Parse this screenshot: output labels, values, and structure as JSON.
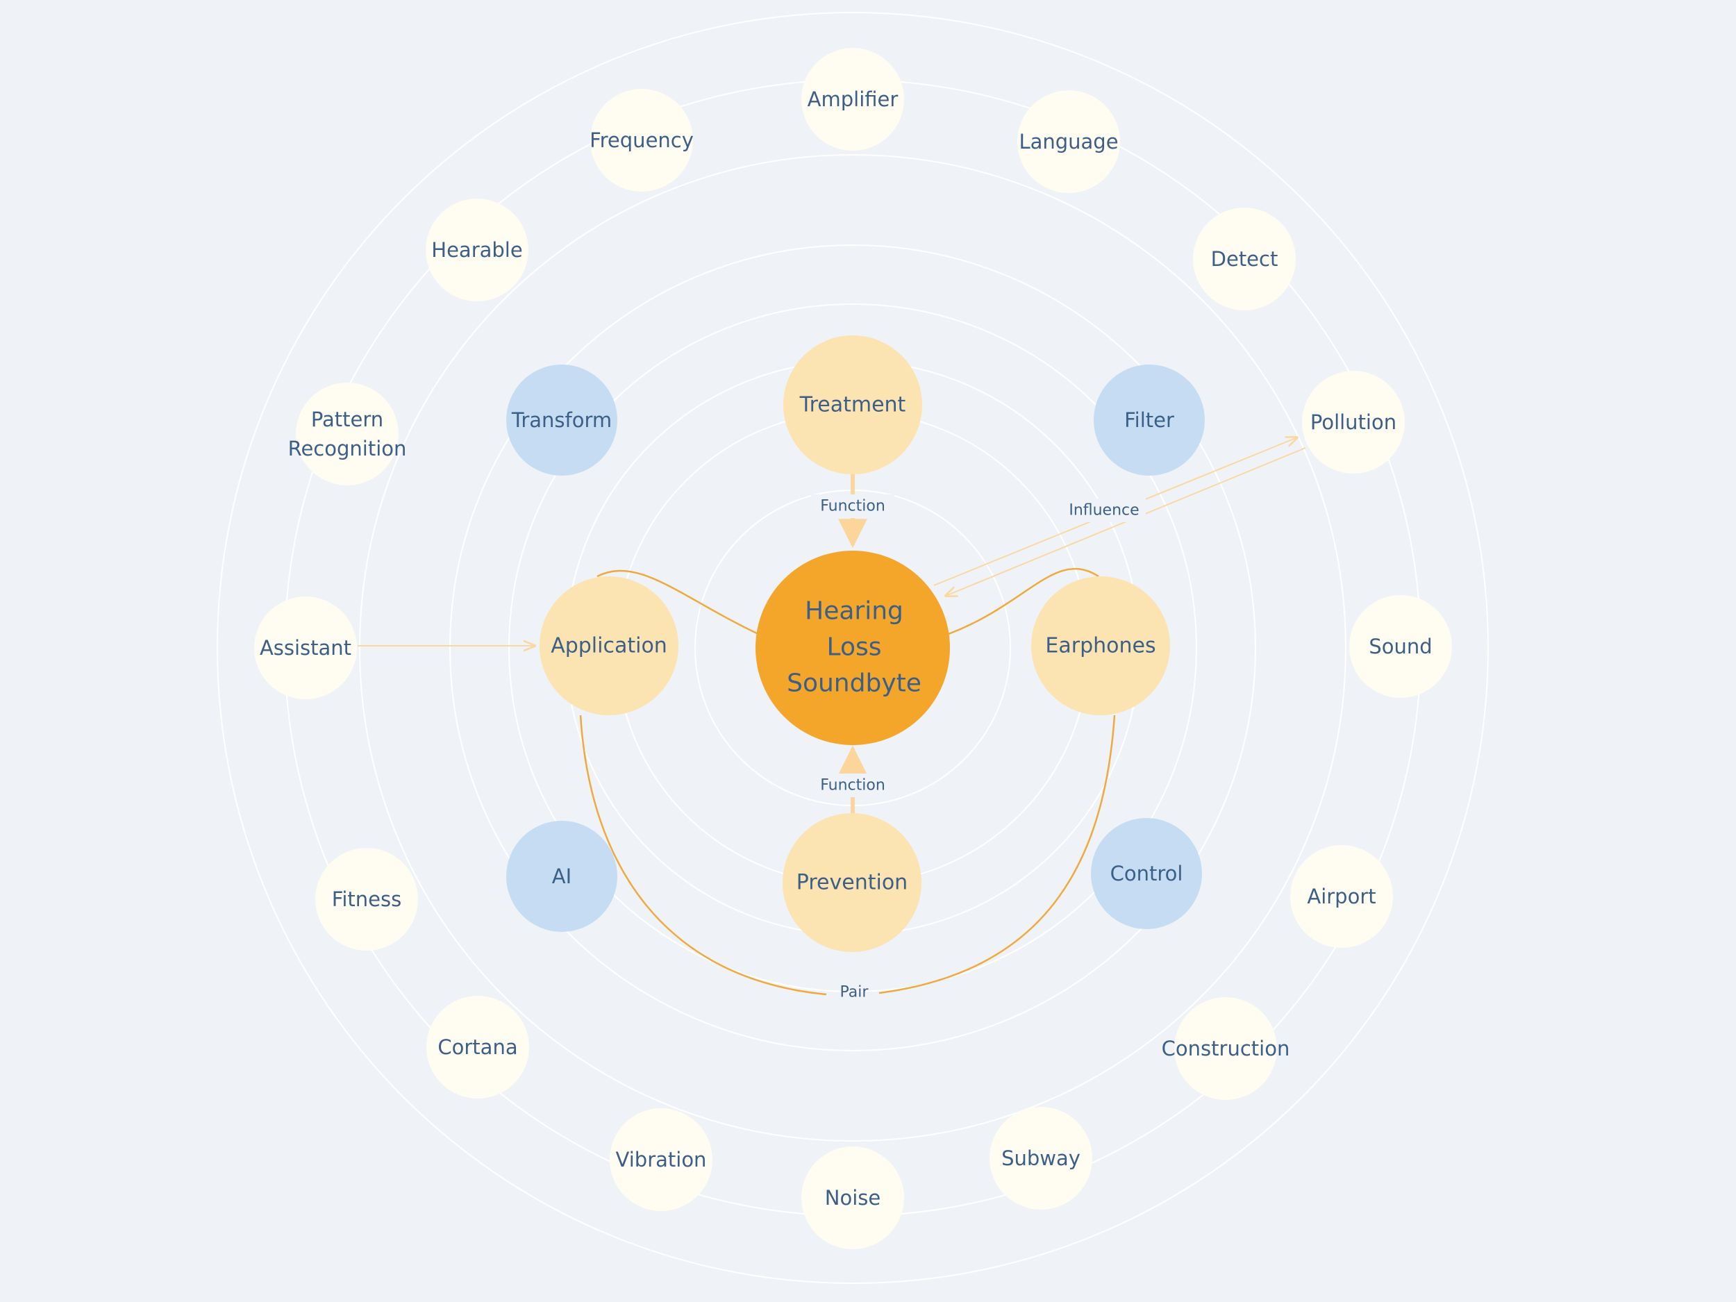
{
  "colors": {
    "background": "#eff3f8",
    "center": "#f4a62a",
    "primary": "#fce3b2",
    "secondary": "#c5dcf3",
    "outer": "#fffcf2",
    "text": "#3c5f87",
    "edge_strong": "#f0a93c",
    "edge_light": "#f9d9a3"
  },
  "center": {
    "lines": [
      "Hearing",
      "Loss",
      "Soundbyte"
    ]
  },
  "nodes": {
    "treatment": "Treatment",
    "prevention": "Prevention",
    "application": "Application",
    "earphones": "Earphones",
    "transform": "Transform",
    "filter": "Filter",
    "ai": "AI",
    "control": "Control",
    "amplifier": "Amplifier",
    "frequency": "Frequency",
    "language": "Language",
    "hearable": "Hearable",
    "detect": "Detect",
    "pattern_recognition": [
      "Pattern",
      "Recognition"
    ],
    "pollution": "Pollution",
    "assistant": "Assistant",
    "sound": "Sound",
    "fitness": "Fitness",
    "airport": "Airport",
    "cortana": "Cortana",
    "construction": "Construction",
    "vibration": "Vibration",
    "subway": "Subway",
    "noise": "Noise"
  },
  "edges": {
    "treatment_function": "Function",
    "prevention_function": "Function",
    "influence": "Influence",
    "pair": "Pair"
  }
}
